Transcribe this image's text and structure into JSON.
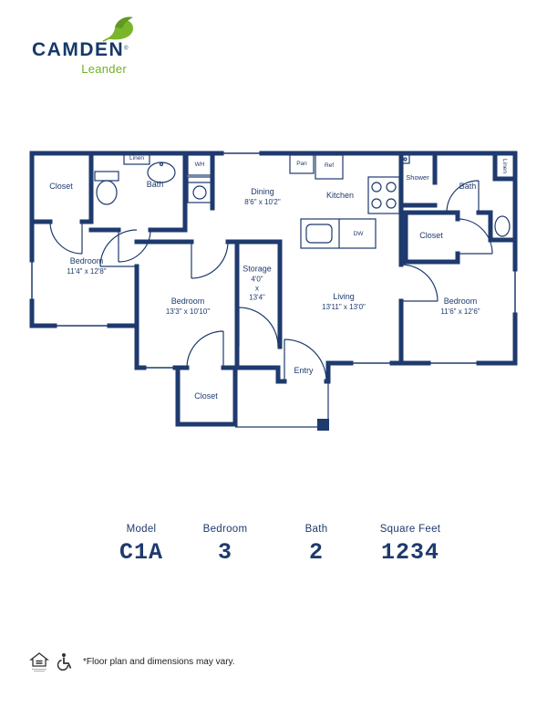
{
  "logo": {
    "brand": "CAMDEN",
    "registered": "®",
    "community": "Leander"
  },
  "floorplan": {
    "rooms": {
      "closet_tl": {
        "name": "Closet"
      },
      "bath_l": {
        "name": "Bath"
      },
      "linen_tl": {
        "name": "Linen"
      },
      "wh": {
        "name": "WH"
      },
      "dining": {
        "name": "Dining",
        "dims": "8'6\" x 10'2\""
      },
      "pan": {
        "name": "Pan"
      },
      "ref": {
        "name": "Ref"
      },
      "kitchen": {
        "name": "Kitchen"
      },
      "dw": {
        "name": "DW"
      },
      "shower": {
        "name": "Shower"
      },
      "bath_r": {
        "name": "Bath"
      },
      "linen_r": {
        "name": "Linen"
      },
      "closet_r": {
        "name": "Closet"
      },
      "bedroom_l": {
        "name": "Bedroom",
        "dims": "11'4\" x 12'8\""
      },
      "bedroom_m": {
        "name": "Bedroom",
        "dims": "13'3\" x 10'10\""
      },
      "storage": {
        "name": "Storage",
        "dims_w": "4'0\"",
        "dims_sep": "x",
        "dims_l": "13'4\""
      },
      "living": {
        "name": "Living",
        "dims": "13'11\" x 13'0\""
      },
      "bedroom_r": {
        "name": "Bedroom",
        "dims": "11'6\" x 12'6\""
      },
      "closet_b": {
        "name": "Closet"
      },
      "entry": {
        "name": "Entry"
      }
    }
  },
  "specs": {
    "columns": [
      {
        "label": "Model",
        "value": "C1A"
      },
      {
        "label": "Bedroom",
        "value": "3"
      },
      {
        "label": "Bath",
        "value": "2"
      },
      {
        "label": "Square Feet",
        "value": "1234"
      }
    ]
  },
  "footer": {
    "disclaimer": "*Floor plan and dimensions may vary."
  },
  "colors": {
    "navy": "#1e3a6e",
    "green": "#6fb029"
  }
}
